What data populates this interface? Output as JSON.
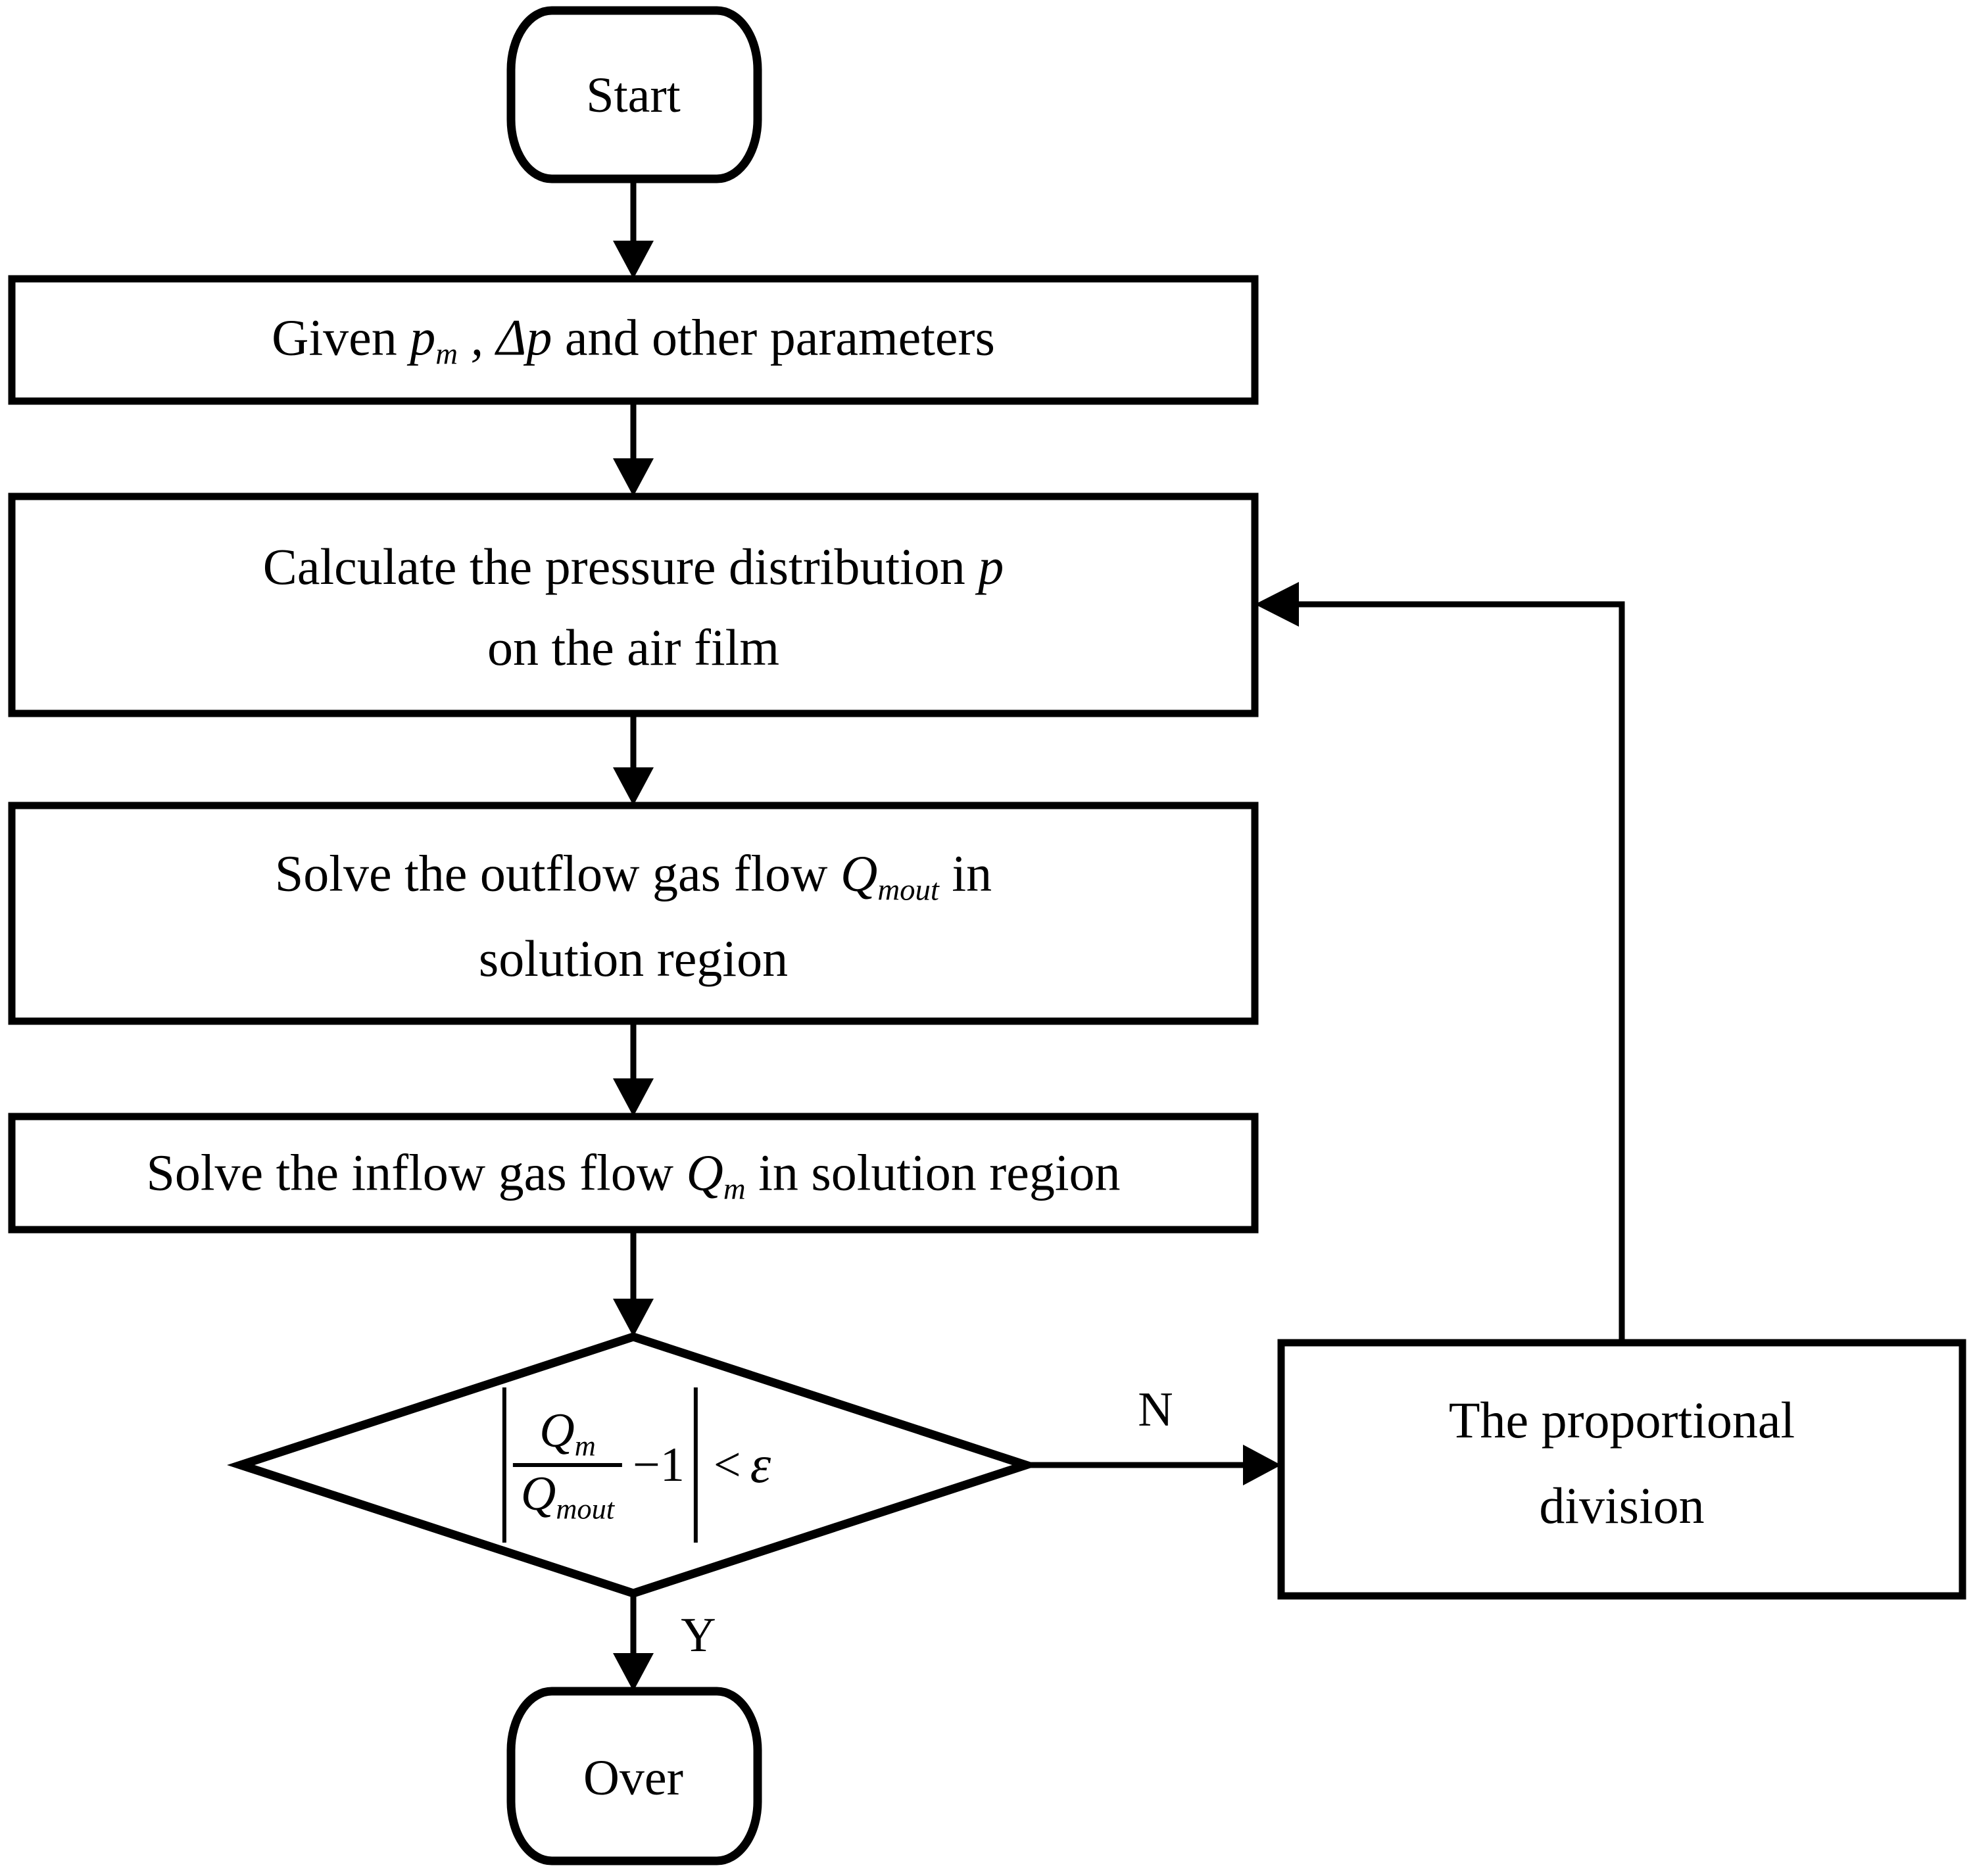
{
  "diagram": {
    "title": "Air film pressure / gas flow iterative solution flowchart",
    "background": "#ffffff",
    "line_color": "#000000"
  },
  "nodes": {
    "start": {
      "label": "Start",
      "shape": "terminator"
    },
    "given": {
      "prefix": "Given ",
      "var1": "p",
      "var1_sub": "m",
      "mid": " , Δp",
      "suffix": " and other parameters",
      "shape": "process"
    },
    "calc_pressure": {
      "line1_prefix": "Calculate the pressure distribution ",
      "line1_var": "p",
      "line2": "on the air film",
      "shape": "process"
    },
    "solve_outflow": {
      "line1_prefix": "Solve the outflow gas flow  ",
      "line1_var": "Q",
      "line1_sub": "mout",
      "line1_suffix": "  in",
      "line2": "solution region",
      "shape": "process"
    },
    "solve_inflow": {
      "prefix": "Solve the inflow gas flow  ",
      "var": "Q",
      "var_sub": "m",
      "suffix": " in solution region",
      "shape": "process"
    },
    "decision": {
      "numerator": "Q",
      "numerator_sub": "m",
      "denominator": "Q",
      "denominator_sub": "mout",
      "minus_one": "−1",
      "comparison": "<",
      "epsilon": "ε",
      "expression": "|Qm / Qmout − 1| < ε",
      "shape": "decision"
    },
    "proportional": {
      "line1": "The proportional",
      "line2": "division",
      "shape": "process"
    },
    "over": {
      "label": "Over",
      "shape": "terminator"
    }
  },
  "edges": [
    {
      "id": "start-to-given",
      "from": "start",
      "to": "given",
      "label": ""
    },
    {
      "id": "given-to-calc",
      "from": "given",
      "to": "calc_pressure",
      "label": ""
    },
    {
      "id": "calc-to-outflow",
      "from": "calc_pressure",
      "to": "solve_outflow",
      "label": ""
    },
    {
      "id": "outflow-to-inflow",
      "from": "solve_outflow",
      "to": "solve_inflow",
      "label": ""
    },
    {
      "id": "inflow-to-decision",
      "from": "solve_inflow",
      "to": "decision",
      "label": ""
    },
    {
      "id": "decision-no",
      "from": "decision",
      "to": "proportional",
      "label": "N"
    },
    {
      "id": "decision-yes",
      "from": "decision",
      "to": "over",
      "label": "Y"
    },
    {
      "id": "proportional-feedback",
      "from": "proportional",
      "to": "calc_pressure",
      "label": ""
    }
  ],
  "edge_labels": {
    "no": "N",
    "yes": "Y"
  }
}
